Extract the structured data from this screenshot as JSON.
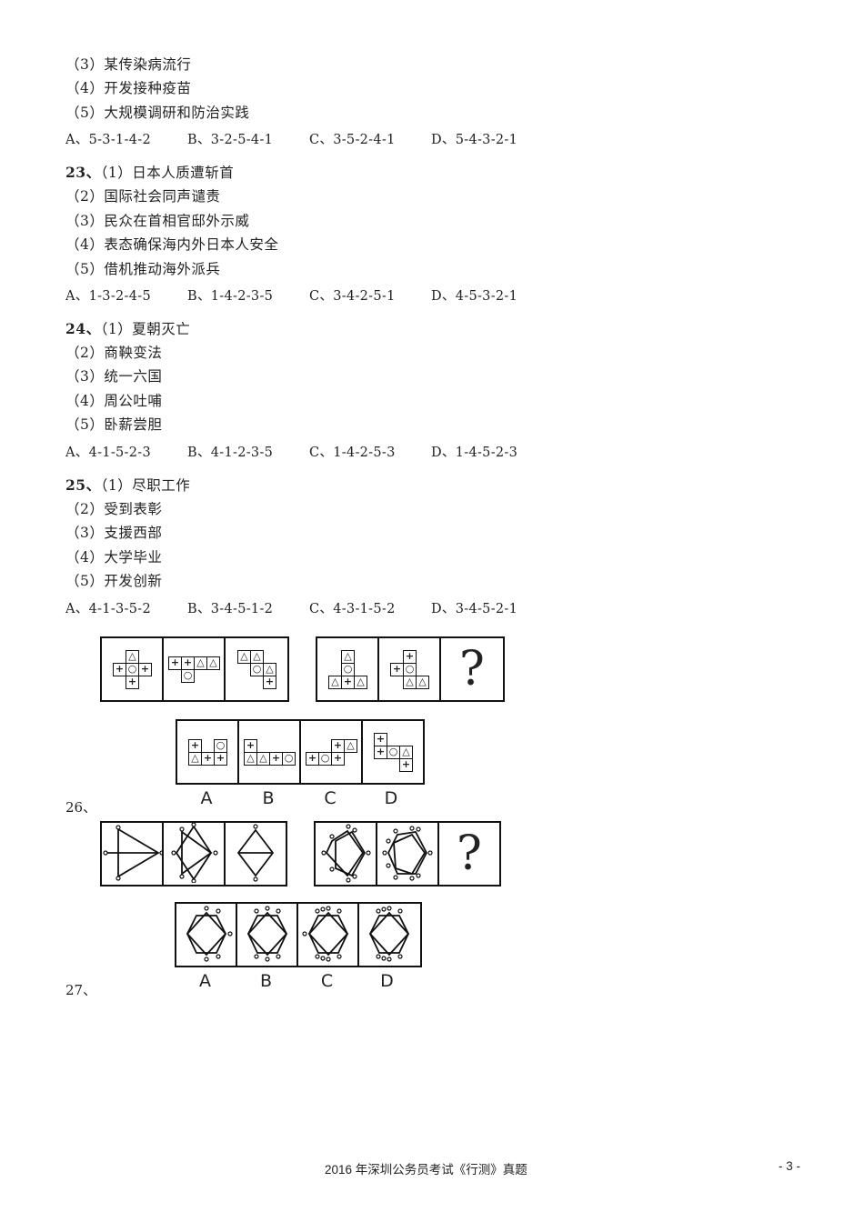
{
  "q22_tail": {
    "items": [
      "（3）某传染病流行",
      "（4）开发接种疫苗",
      "（5）大规模调研和防治实践"
    ],
    "options": [
      "A、5-3-1-4-2",
      "B、3-2-5-4-1",
      "C、3-5-2-4-1",
      "D、5-4-3-2-1"
    ]
  },
  "q23": {
    "number": "23、",
    "first": "（1）日本人质遭斩首",
    "items": [
      "（2）国际社会同声谴责",
      "（3）民众在首相官邸外示威",
      "（4）表态确保海内外日本人安全",
      "（5）借机推动海外派兵"
    ],
    "options": [
      "A、1-3-2-4-5",
      "B、1-4-2-3-5",
      "C、3-4-2-5-1",
      "D、4-5-3-2-1"
    ]
  },
  "q24": {
    "number": "24、",
    "first": "（1）夏朝灭亡",
    "items": [
      "（2）商鞅变法",
      "（3）统一六国",
      "（4）周公吐哺",
      "（5）卧薪尝胆"
    ],
    "options": [
      "A、4-1-5-2-3",
      "B、4-1-2-3-5",
      "C、1-4-2-5-3",
      "D、1-4-5-2-3"
    ]
  },
  "q25": {
    "number": "25、",
    "first": "（1）尽职工作",
    "items": [
      "（2）受到表彰",
      "（3）支援西部",
      "（4）大学毕业",
      "（5）开发创新"
    ],
    "options": [
      "A、4-1-3-5-2",
      "B、3-4-5-1-2",
      "C、4-3-1-5-2",
      "D、3-4-5-2-1"
    ]
  },
  "q26": {
    "label": "26、",
    "question_mark": "?",
    "answer_letters": [
      "A",
      "B",
      "C",
      "D"
    ],
    "symbols": {
      "plus": "+",
      "circle": "○",
      "triangle": "△"
    },
    "series1": [
      [
        [
          1,
          0,
          "△"
        ],
        [
          0,
          1,
          "+"
        ],
        [
          1,
          1,
          "○"
        ],
        [
          2,
          1,
          "+"
        ],
        [
          1,
          2,
          "+"
        ]
      ],
      [
        [
          0,
          0,
          "+"
        ],
        [
          1,
          0,
          "+"
        ],
        [
          2,
          0,
          "△"
        ],
        [
          3,
          0,
          "△"
        ],
        [
          1,
          1,
          "○"
        ]
      ],
      [
        [
          0,
          0,
          "△"
        ],
        [
          1,
          0,
          "△"
        ],
        [
          1,
          1,
          "○"
        ],
        [
          2,
          1,
          "△"
        ],
        [
          2,
          2,
          "+"
        ]
      ]
    ],
    "series2": [
      [
        [
          1,
          0,
          "△"
        ],
        [
          1,
          1,
          "○"
        ],
        [
          0,
          2,
          "△"
        ],
        [
          1,
          2,
          "+"
        ],
        [
          2,
          2,
          "△"
        ]
      ],
      [
        [
          1,
          0,
          "+"
        ],
        [
          0,
          1,
          "+"
        ],
        [
          1,
          1,
          "○"
        ],
        [
          1,
          2,
          "△"
        ],
        [
          2,
          2,
          "△"
        ]
      ]
    ],
    "answers": [
      [
        [
          0,
          0,
          "+"
        ],
        [
          2,
          0,
          "○"
        ],
        [
          0,
          1,
          "△"
        ],
        [
          1,
          1,
          "+"
        ],
        [
          2,
          1,
          "+"
        ]
      ],
      [
        [
          0,
          0,
          "+"
        ],
        [
          0,
          1,
          "△"
        ],
        [
          1,
          1,
          "△"
        ],
        [
          2,
          1,
          "+"
        ],
        [
          3,
          1,
          "○"
        ]
      ],
      [
        [
          2,
          0,
          "+"
        ],
        [
          3,
          0,
          "△"
        ],
        [
          0,
          1,
          "+"
        ],
        [
          1,
          1,
          "○"
        ],
        [
          2,
          1,
          "+"
        ]
      ],
      [
        [
          0,
          0,
          "+"
        ],
        [
          0,
          1,
          "+"
        ],
        [
          1,
          1,
          "○"
        ],
        [
          2,
          1,
          "△"
        ],
        [
          2,
          2,
          "+"
        ]
      ]
    ]
  },
  "q27": {
    "label": "27、",
    "question_mark": "?",
    "answer_letters": [
      "A",
      "B",
      "C",
      "D"
    ]
  },
  "footer": {
    "title": "2016 年深圳公务员考试《行测》真题",
    "page": "- 3 -"
  }
}
